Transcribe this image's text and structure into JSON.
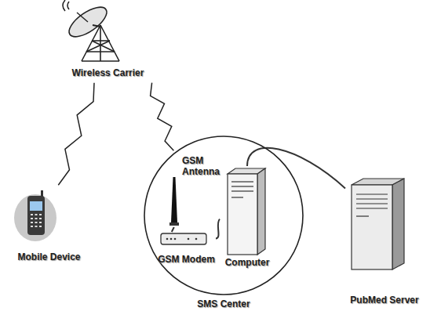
{
  "diagram": {
    "nodes": [
      {
        "text": [
          "Wireless Carrier"
        ]
      },
      {
        "text": [
          "Mobile Device"
        ]
      },
      {
        "text": [
          "SMS Center"
        ]
      },
      {
        "text": [
          "GSM Antenna"
        ],
        "in": 2
      },
      {
        "text": [
          "GSM Modem"
        ],
        "in": 2
      },
      {
        "text": [
          "Computer"
        ],
        "in": 2
      },
      {
        "text": [
          "PubMed Server"
        ]
      }
    ],
    "edges": [
      {
        "from": 1,
        "to": 0,
        "arrow": "none"
      },
      {
        "from": 0,
        "to": 3,
        "arrow": "none"
      },
      {
        "from": 3,
        "to": 4,
        "arrow": "none"
      },
      {
        "from": 4,
        "to": 5,
        "arrow": "none"
      },
      {
        "from": 5,
        "to": 6,
        "arrow": "none"
      }
    ]
  }
}
